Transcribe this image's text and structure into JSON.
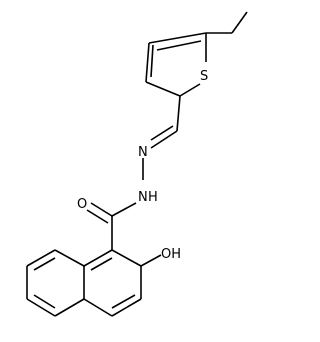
{
  "structure": {
    "atom_labels": {
      "sulfur": "S",
      "nitrogen_1": "N",
      "nitrogen_2": "N",
      "nh_group": "H",
      "carbonyl_oxygen": "O",
      "hydroxyl": "OH"
    },
    "colors": {
      "bond": "#000000",
      "label": "#000000",
      "background": "#ffffff"
    }
  }
}
